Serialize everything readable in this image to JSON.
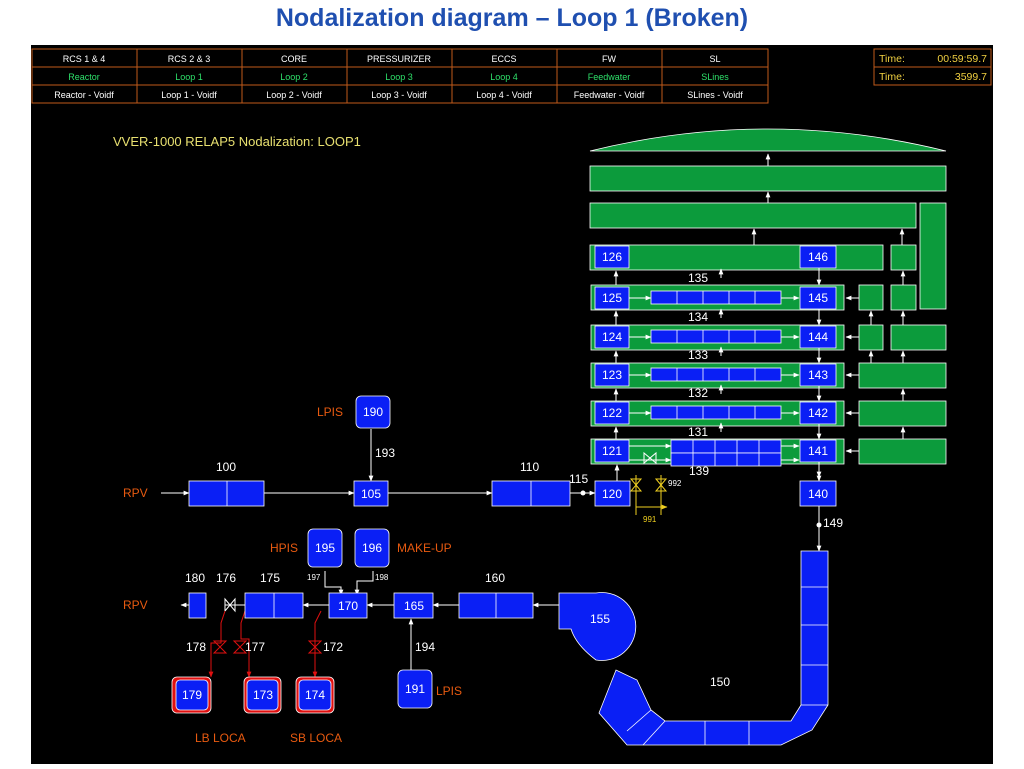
{
  "page_title": "Nodalization diagram – Loop 1 (Broken)",
  "menu": {
    "rows": [
      [
        "RCS 1 & 4",
        "RCS 2 & 3",
        "CORE",
        "PRESSURIZER",
        "ECCS",
        "FW",
        "SL"
      ],
      [
        "Reactor",
        "Loop 1",
        "Loop 2",
        "Loop 3",
        "Loop 4",
        "Feedwater",
        "SLines"
      ],
      [
        "Reactor - Voidf",
        "Loop 1 - Voidf",
        "Loop 2 - Voidf",
        "Loop 3 - Voidf",
        "Loop 4 - Voidf",
        "Feedwater - Voidf",
        "SLines - Voidf"
      ]
    ]
  },
  "time": {
    "label": "Time:",
    "clock": "00:59:59.7",
    "seconds": "3599.7"
  },
  "diagram": {
    "heading": "VVER-1000 RELAP5 Nodalization:  LOOP1",
    "labels": {
      "rpv_in": "RPV",
      "rpv_out": "RPV",
      "lpis_top": "LPIS",
      "lpis_bottom": "LPIS",
      "hpis": "HPIS",
      "makeup": "MAKE-UP",
      "lb_loca": "LB LOCA",
      "sb_loca": "SB LOCA"
    },
    "nodes": {
      "n100": "100",
      "n105": "105",
      "n110": "110",
      "n115": "115",
      "n120": "120",
      "n121": "121",
      "n122": "122",
      "n123": "123",
      "n124": "124",
      "n125": "125",
      "n126": "126",
      "n131": "131",
      "n132": "132",
      "n133": "133",
      "n134": "134",
      "n135": "135",
      "n139": "139",
      "n140": "140",
      "n141": "141",
      "n142": "142",
      "n143": "143",
      "n144": "144",
      "n145": "145",
      "n146": "146",
      "n149": "149",
      "n150": "150",
      "n155": "155",
      "n160": "160",
      "n165": "165",
      "n170": "170",
      "n172": "172",
      "n173": "173",
      "n174": "174",
      "n175": "175",
      "n176": "176",
      "n177": "177",
      "n178": "178",
      "n179": "179",
      "n180": "180",
      "n190": "190",
      "n191": "191",
      "n193": "193",
      "n194": "194",
      "n195": "195",
      "n196": "196",
      "n197": "197",
      "n198": "198",
      "n991": "991",
      "n992": "992"
    }
  },
  "colors": {
    "node_blue": "#0a1ff5",
    "sg_green": "#0c9b3c",
    "menu_border": "#c05a1a",
    "loca_red": "#e01010",
    "label_orange": "#e85a10",
    "heading_yellow": "#e8e070",
    "time_yellow": "#f0d040",
    "valve_yellow": "#f0d020",
    "title_blue": "#1f4fb0"
  }
}
